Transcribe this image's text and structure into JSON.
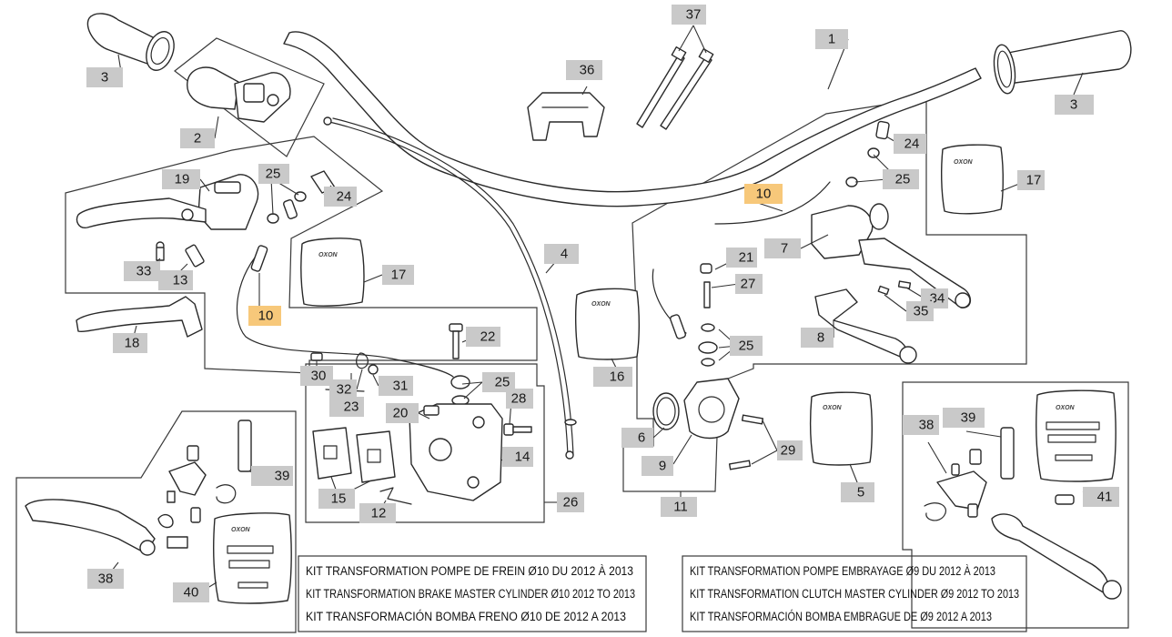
{
  "colors": {
    "callout_bg": "#c9c9c9",
    "callout_highlight": "#f7c87a",
    "line": "#2a2a2a"
  },
  "bag_brand": "OXON",
  "callouts": [
    {
      "id": "c1",
      "label": "1"
    },
    {
      "id": "c2",
      "label": "2"
    },
    {
      "id": "c3a",
      "label": "3"
    },
    {
      "id": "c3b",
      "label": "3"
    },
    {
      "id": "c4",
      "label": "4"
    },
    {
      "id": "c5",
      "label": "5"
    },
    {
      "id": "c6",
      "label": "6"
    },
    {
      "id": "c7",
      "label": "7"
    },
    {
      "id": "c8",
      "label": "8"
    },
    {
      "id": "c9",
      "label": "9"
    },
    {
      "id": "c10a",
      "label": "10",
      "highlight": true
    },
    {
      "id": "c10b",
      "label": "10",
      "highlight": true
    },
    {
      "id": "c11",
      "label": "11"
    },
    {
      "id": "c12",
      "label": "12"
    },
    {
      "id": "c13",
      "label": "13"
    },
    {
      "id": "c14",
      "label": "14"
    },
    {
      "id": "c15",
      "label": "15"
    },
    {
      "id": "c16",
      "label": "16"
    },
    {
      "id": "c17a",
      "label": "17"
    },
    {
      "id": "c17b",
      "label": "17"
    },
    {
      "id": "c18",
      "label": "18"
    },
    {
      "id": "c19",
      "label": "19"
    },
    {
      "id": "c20",
      "label": "20"
    },
    {
      "id": "c21",
      "label": "21"
    },
    {
      "id": "c22",
      "label": "22"
    },
    {
      "id": "c23",
      "label": "23"
    },
    {
      "id": "c24a",
      "label": "24"
    },
    {
      "id": "c24b",
      "label": "24"
    },
    {
      "id": "c25a",
      "label": "25"
    },
    {
      "id": "c25b",
      "label": "25"
    },
    {
      "id": "c25c",
      "label": "25"
    },
    {
      "id": "c25d",
      "label": "25"
    },
    {
      "id": "c26",
      "label": "26"
    },
    {
      "id": "c27",
      "label": "27"
    },
    {
      "id": "c28",
      "label": "28"
    },
    {
      "id": "c29",
      "label": "29"
    },
    {
      "id": "c30",
      "label": "30"
    },
    {
      "id": "c31",
      "label": "31"
    },
    {
      "id": "c32",
      "label": "32"
    },
    {
      "id": "c33",
      "label": "33"
    },
    {
      "id": "c34",
      "label": "34"
    },
    {
      "id": "c35",
      "label": "35"
    },
    {
      "id": "c36",
      "label": "36"
    },
    {
      "id": "c37",
      "label": "37"
    },
    {
      "id": "c38a",
      "label": "38"
    },
    {
      "id": "c38b",
      "label": "38"
    },
    {
      "id": "c39a",
      "label": "39"
    },
    {
      "id": "c39b",
      "label": "39"
    },
    {
      "id": "c40",
      "label": "40"
    },
    {
      "id": "c41",
      "label": "41"
    }
  ],
  "kits": {
    "brake": [
      "KIT TRANSFORMATION POMPE DE FREIN Ø10 DU 2012 À 2013",
      "KIT TRANSFORMATION BRAKE MASTER CYLINDER Ø10 2012 TO 2013",
      "KIT TRANSFORMACIÓN BOMBA FRENO Ø10 DE 2012 A 2013"
    ],
    "clutch": [
      "KIT TRANSFORMATION POMPE EMBRAYAGE Ø9 DU 2012 À 2013",
      "KIT TRANSFORMATION CLUTCH MASTER CYLINDER Ø9 2012 TO 2013",
      "KIT TRANSFORMACIÓN BOMBA EMBRAGUE DE Ø9 2012 A 2013"
    ]
  }
}
